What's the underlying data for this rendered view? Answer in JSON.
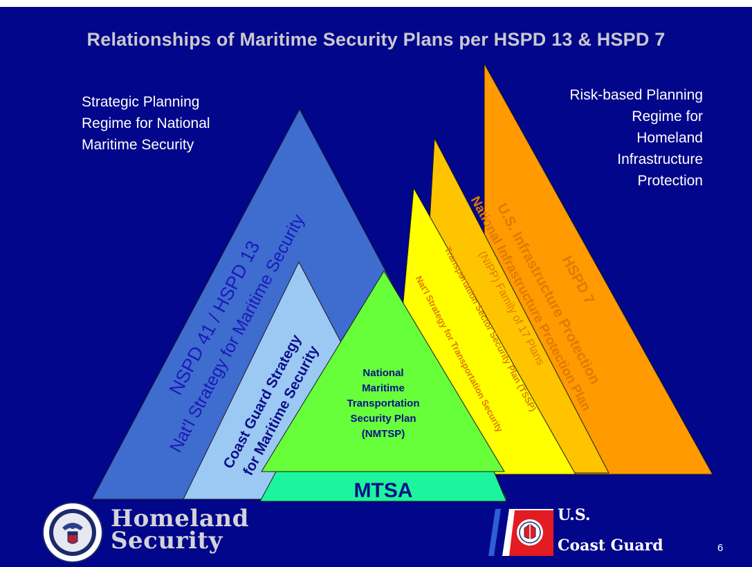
{
  "slide": {
    "title": "Relationships of Maritime Security Plans per HSPD 13 & HSPD 7",
    "page_number": "6"
  },
  "regimes": {
    "left_lines": [
      "Strategic Planning",
      "Regime for National",
      "Maritime Security"
    ],
    "right_lines": [
      "Risk-based Planning",
      "Regime for",
      "Homeland",
      "Infrastructure",
      "Protection"
    ]
  },
  "triangles": {
    "nspd": {
      "line1": "NSPD 41 / HSPD 13",
      "line2": "Nat'l Strategy for Maritime Security"
    },
    "coast_guard": {
      "line1": "Coast Guard Strategy",
      "line2": "for Maritime Security"
    },
    "nmtsp": {
      "lines": [
        "National",
        "Maritime",
        "Transportation",
        "Security Plan",
        "(NMTSP)"
      ]
    },
    "mtsa": {
      "label": "MTSA"
    },
    "hspd7": {
      "line1": "HSPD 7",
      "line2": "U.S. Infrastructure Protection"
    },
    "nipp": {
      "line1": "National Infrastructure Protection Plan",
      "line2": "(NIPP) Family of 17 Plans"
    },
    "tssp": {
      "line1": "Transportation Sector Security Plan (TSSP)",
      "line2": "+",
      "line3": "Nat'l Strategy for Transportation Security"
    }
  },
  "logos": {
    "dhs_line1": "Homeland",
    "dhs_line2": "Security",
    "uscg_line1": "U.S.",
    "uscg_line2": "Coast Guard"
  },
  "colors": {
    "background": "#02068a",
    "nspd_blue": "#3f6ccf",
    "coast_guard_light_blue": "#9cc8f4",
    "nmtsp_green": "#66ff3a",
    "mtsa_teal": "#1cf59d",
    "hspd7_orange": "#ff9a00",
    "nipp_gold": "#ffc400",
    "tssp_yellow": "#ffff00",
    "diagram_text_orange": "#e07b00"
  }
}
